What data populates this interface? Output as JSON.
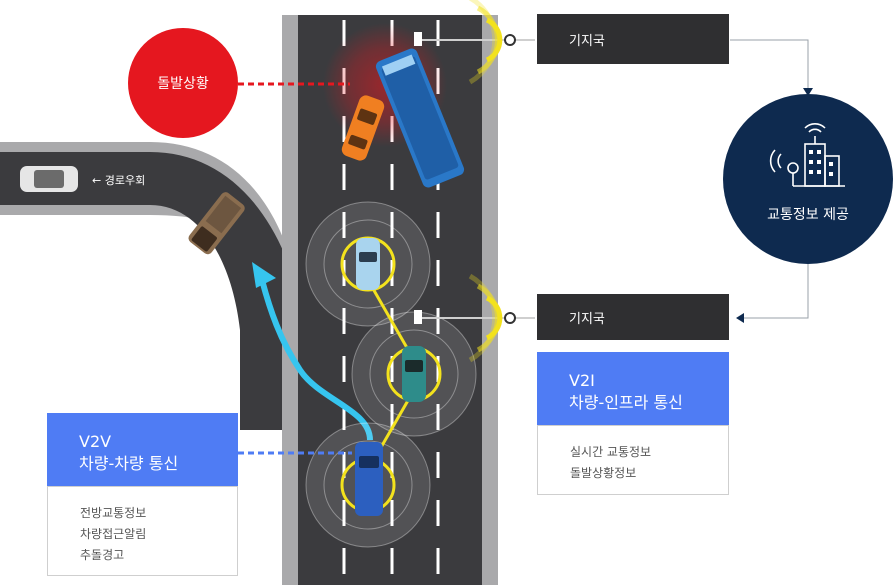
{
  "base_station_top": "기지국",
  "base_station_bottom": "기지국",
  "traffic_center_label": "교통정보 제공",
  "incident_label": "돌발상황",
  "detour_label": "경로우회",
  "v2v": {
    "title": "V2V",
    "subtitle": "차량-차량 통신",
    "items": [
      "전방교통정보",
      "차량접근알림",
      "추돌경고"
    ]
  },
  "v2i": {
    "title": "V2I",
    "subtitle": "차량-인프라 통신",
    "items": [
      "실시간 교통정보",
      "돌발상황정보"
    ]
  },
  "colors": {
    "road": "#3b3b3e",
    "curb": "#a9a9ab",
    "incident_red": "#e5171f",
    "navy": "#0e2a4f",
    "v2v_blue": "#4f7cf4",
    "signal_yellow": "#f3e21d",
    "path_cyan": "#36c5ef"
  }
}
